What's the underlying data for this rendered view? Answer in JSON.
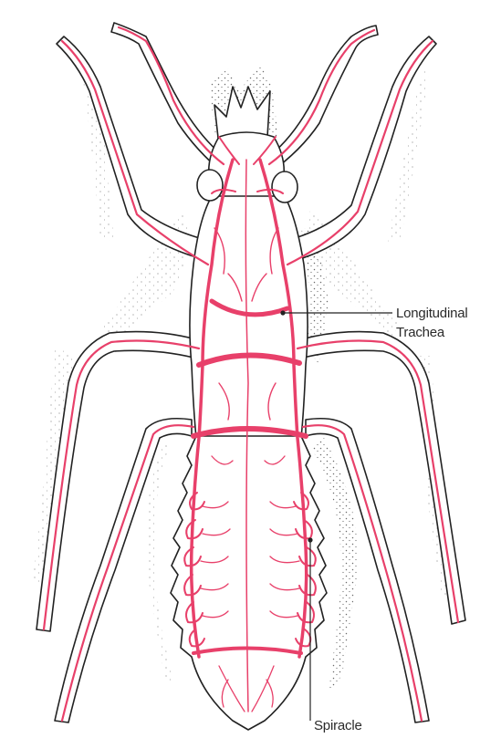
{
  "labels": {
    "longitudinal_line1": "Longitudinal",
    "longitudinal_line2": "Trachea",
    "spiracle": "Spiracle"
  },
  "colors": {
    "trachea": "#e8406a",
    "outline": "#222222",
    "stipple": "#6b6b6b",
    "background": "#ffffff"
  }
}
